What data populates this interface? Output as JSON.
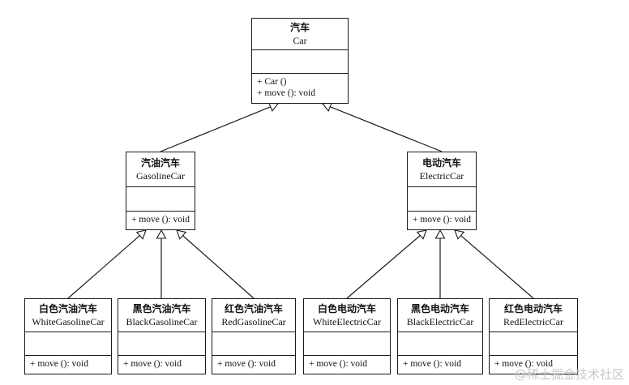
{
  "diagram": {
    "type": "uml-class-hierarchy",
    "classes": {
      "car": {
        "zh": "汽车",
        "en": "Car",
        "ops": [
          "+ Car ()",
          "+ move (): void"
        ]
      },
      "gasoline": {
        "zh": "汽油汽车",
        "en": "GasolineCar",
        "ops": [
          "+ move (): void"
        ]
      },
      "electric": {
        "zh": "电动汽车",
        "en": "ElectricCar",
        "ops": [
          "+ move (): void"
        ]
      },
      "white_gasoline": {
        "zh": "白色汽油汽车",
        "en": "WhiteGasolineCar",
        "ops": [
          "+ move (): void"
        ]
      },
      "black_gasoline": {
        "zh": "黑色汽油汽车",
        "en": "BlackGasolineCar",
        "ops": [
          "+ move (): void"
        ]
      },
      "red_gasoline": {
        "zh": "红色汽油汽车",
        "en": "RedGasolineCar",
        "ops": [
          "+ move (): void"
        ]
      },
      "white_electric": {
        "zh": "白色电动汽车",
        "en": "WhiteElectricCar",
        "ops": [
          "+ move (): void"
        ]
      },
      "black_electric": {
        "zh": "黑色电动汽车",
        "en": "BlackElectricCar",
        "ops": [
          "+ move (): void"
        ]
      },
      "red_electric": {
        "zh": "红色电动汽车",
        "en": "RedElectricCar",
        "ops": [
          "+ move (): void"
        ]
      }
    },
    "inheritance": [
      [
        "gasoline",
        "car"
      ],
      [
        "electric",
        "car"
      ],
      [
        "white_gasoline",
        "gasoline"
      ],
      [
        "black_gasoline",
        "gasoline"
      ],
      [
        "red_gasoline",
        "gasoline"
      ],
      [
        "white_electric",
        "electric"
      ],
      [
        "black_electric",
        "electric"
      ],
      [
        "red_electric",
        "electric"
      ]
    ]
  },
  "watermark": "@稀土掘金技术社区",
  "colors": {
    "line": "#1a1a1a",
    "watermark": "#c8c8c8"
  }
}
